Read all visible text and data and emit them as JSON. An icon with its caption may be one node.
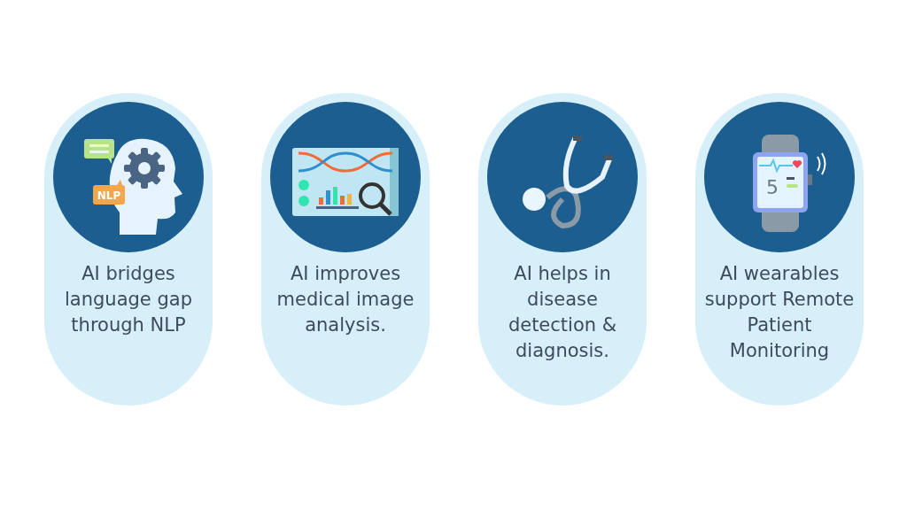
{
  "diagram": {
    "nodes": [
      {
        "text": [
          "AI bridges language gap through NLP"
        ]
      },
      {
        "text": [
          "AI improves medical image analysis."
        ]
      },
      {
        "text": [
          "AI helps in disease detection & diagnosis."
        ]
      },
      {
        "text": [
          "AI wearables support Remote Patient Monitoring"
        ]
      }
    ],
    "labels": [
      "NLP",
      "5"
    ]
  }
}
